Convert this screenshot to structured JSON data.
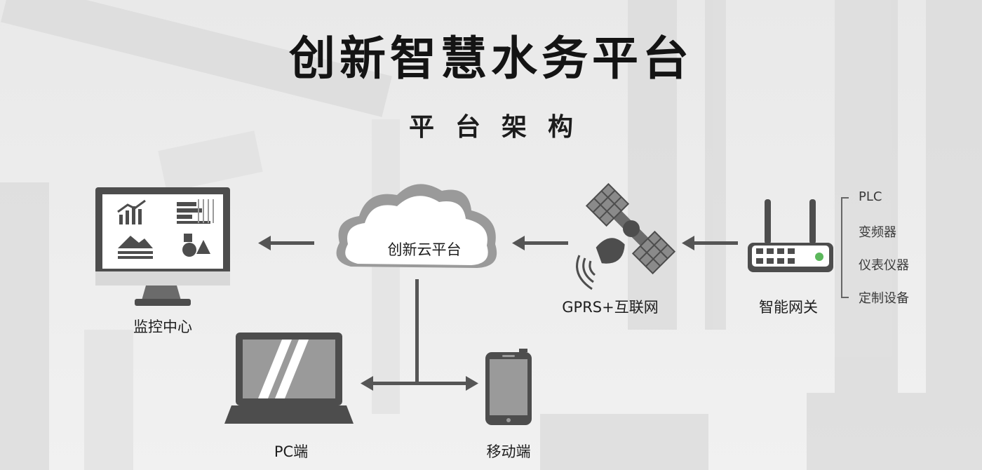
{
  "title": "创新智慧水务平台",
  "subtitle": "平台架构",
  "nodes": {
    "monitor": "监控中心",
    "cloud": "创新云平台",
    "gprs": "GPRS+互联网",
    "gateway": "智能网关",
    "pc": "PC端",
    "mobile": "移动端"
  },
  "devices": [
    "PLC",
    "变频器",
    "仪表仪器",
    "定制设备"
  ],
  "colors": {
    "icon": "#4d4d4d",
    "text": "#1e1e1e",
    "accent_led": "#5cb85c"
  }
}
